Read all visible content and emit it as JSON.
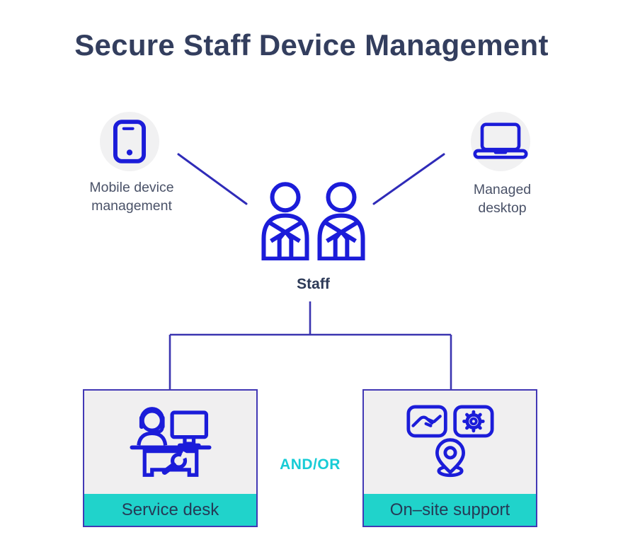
{
  "page": {
    "title": "Secure Staff Device Management"
  },
  "colors": {
    "icon_stroke_blue": "#1b1cd9",
    "connector_line": "#3b35b0",
    "box_border": "#4238b5",
    "accent_cyan_strip": "#20d3cb",
    "andor_cyan": "#17ccd6",
    "title_text": "#333e5e",
    "label_text": "#4a5268",
    "dark_text": "#253a56",
    "node_circle_bg": "#f1f1f2",
    "box_bg": "#f0eff0"
  },
  "nodes": {
    "mobile": {
      "icon": "smartphone-icon",
      "lines": [
        "Mobile device",
        "management"
      ]
    },
    "desktop": {
      "icon": "laptop-icon",
      "lines": [
        "Managed",
        "desktop"
      ]
    },
    "staff": {
      "icon": "staff-people-icon",
      "label": "Staff"
    }
  },
  "branches": {
    "connector_label": "AND/OR",
    "left": {
      "icon": "service-desk-icon",
      "label": "Service desk"
    },
    "right": {
      "icon": "on-site-support-icon",
      "label": "On–site support"
    }
  }
}
